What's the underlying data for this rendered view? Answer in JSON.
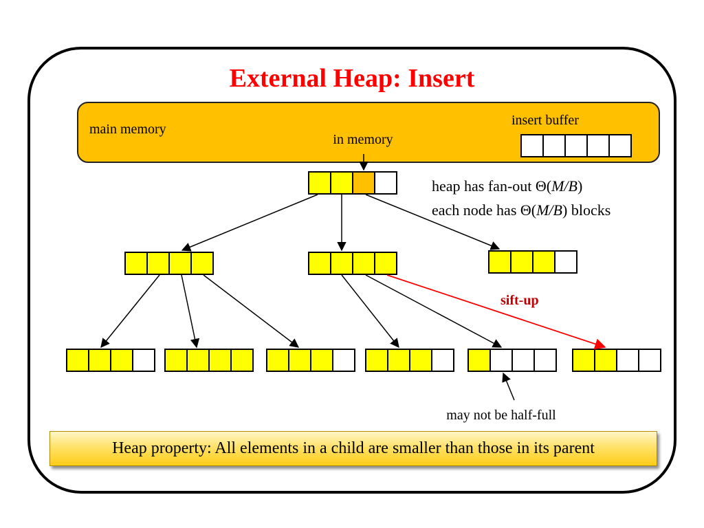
{
  "title": "External Heap: Insert",
  "main_memory_label": "main memory",
  "in_memory_label": "in memory",
  "insert_buffer_label": "insert buffer",
  "insert_buffer_cells": 5,
  "fanout_lines": [
    {
      "pre": "heap has fan-out Θ(",
      "ital": "M/B",
      "post": ")"
    },
    {
      "pre": "each node has Θ(",
      "ital": "M/B",
      "post": ") blocks"
    }
  ],
  "sift_up_label": "sift-up",
  "half_full_label": "may not be half-full",
  "heap_property": "Heap property: All elements in a child are smaller than those in its parent",
  "colors": {
    "filled": "#ffff00",
    "highlight": "#ffc000",
    "empty": "#ffffff",
    "memory": "#ffc000",
    "title": "#ff0000",
    "sift_arrow": "#ff0000",
    "sift_text": "#c00000"
  },
  "heap_nodes": [
    {
      "id": "root",
      "cells": [
        "filled",
        "filled",
        "highlight",
        "empty"
      ]
    },
    {
      "id": "level1-left",
      "cells": [
        "filled",
        "filled",
        "filled",
        "filled"
      ]
    },
    {
      "id": "level1-middle",
      "cells": [
        "filled",
        "filled",
        "filled",
        "filled"
      ]
    },
    {
      "id": "level1-right",
      "cells": [
        "filled",
        "filled",
        "filled",
        "empty"
      ]
    },
    {
      "id": "level2-1",
      "cells": [
        "filled",
        "filled",
        "filled",
        "empty"
      ]
    },
    {
      "id": "level2-2",
      "cells": [
        "filled",
        "filled",
        "filled",
        "filled"
      ]
    },
    {
      "id": "level2-3",
      "cells": [
        "filled",
        "filled",
        "filled",
        "empty"
      ]
    },
    {
      "id": "level2-4",
      "cells": [
        "filled",
        "filled",
        "filled",
        "empty"
      ]
    },
    {
      "id": "level2-5",
      "cells": [
        "filled",
        "empty",
        "empty",
        "empty"
      ]
    },
    {
      "id": "level2-6",
      "cells": [
        "filled",
        "filled",
        "empty",
        "empty"
      ]
    }
  ]
}
